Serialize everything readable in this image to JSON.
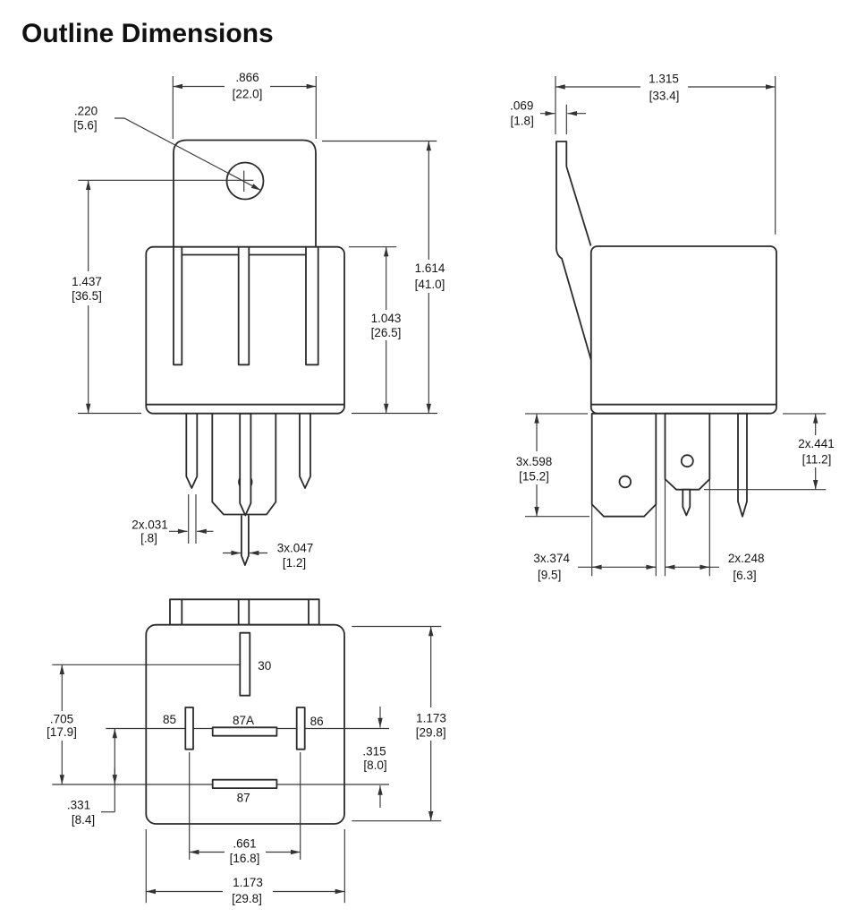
{
  "title": "Outline Dimensions",
  "front_view": {
    "dims": {
      "tab_width": {
        "in": ".866",
        "mm": "[22.0]"
      },
      "hole_dia": {
        "in": ".220",
        "mm": "[5.6]"
      },
      "hole_to_base_height": {
        "in": "1.437",
        "mm": "[36.5]"
      },
      "overall_height": {
        "in": "1.614",
        "mm": "[41.0]"
      },
      "body_height": {
        "in": "1.043",
        "mm": "[26.5]"
      },
      "coil_pin_thickness": {
        "in": "2x.031",
        "mm": "[.8]"
      },
      "center_pin_thickness": {
        "in": "3x.047",
        "mm": "[1.2]"
      }
    }
  },
  "side_view": {
    "dims": {
      "overall_width": {
        "in": "1.315",
        "mm": "[33.4]"
      },
      "bracket_thickness": {
        "in": ".069",
        "mm": "[1.8]"
      },
      "blade_length": {
        "in": "3x.598",
        "mm": "[15.2]"
      },
      "pin_length": {
        "in": "2x.441",
        "mm": "[11.2]"
      },
      "wide_blade_width": {
        "in": "3x.374",
        "mm": "[9.5]"
      },
      "narrow_blade_width": {
        "in": "2x.248",
        "mm": "[6.3]"
      }
    }
  },
  "bottom_view": {
    "terminals": {
      "t30": "30",
      "t85": "85",
      "t87a": "87A",
      "t86": "86",
      "t87": "87"
    },
    "dims": {
      "row30_to_87": {
        "in": ".705",
        "mm": "[17.9]"
      },
      "coil_row_to_87": {
        "in": ".331",
        "mm": "[8.4]"
      },
      "body_height": {
        "in": "1.173",
        "mm": "[29.8]"
      },
      "blade_row_gap": {
        "in": ".315",
        "mm": "[8.0]"
      },
      "coil_pin_spacing": {
        "in": ".661",
        "mm": "[16.8]"
      },
      "body_width": {
        "in": "1.173",
        "mm": "[29.8]"
      }
    }
  }
}
